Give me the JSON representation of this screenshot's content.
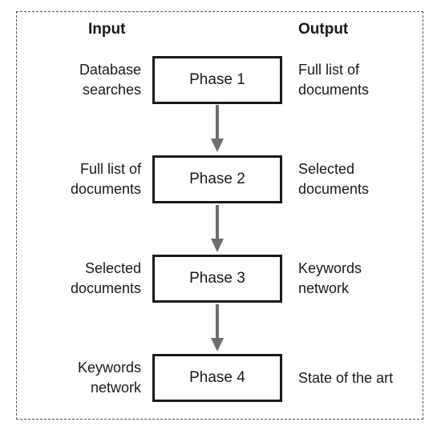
{
  "headers": {
    "input": "Input",
    "output": "Output"
  },
  "phases": [
    {
      "label": "Phase 1",
      "input": [
        "Database",
        "searches"
      ],
      "output": [
        "Full list of",
        "documents"
      ]
    },
    {
      "label": "Phase 2",
      "input": [
        "Full list of",
        "documents"
      ],
      "output": [
        "Selected",
        "documents"
      ]
    },
    {
      "label": "Phase 3",
      "input": [
        "Selected",
        "documents"
      ],
      "output": [
        "Keywords",
        "network"
      ]
    },
    {
      "label": "Phase 4",
      "input": [
        "Keywords",
        "network"
      ],
      "output": [
        "State of the art"
      ]
    }
  ],
  "colors": {
    "arrow": "#6e6e6e",
    "border": "#1a1a1a",
    "frame": "#555555"
  }
}
